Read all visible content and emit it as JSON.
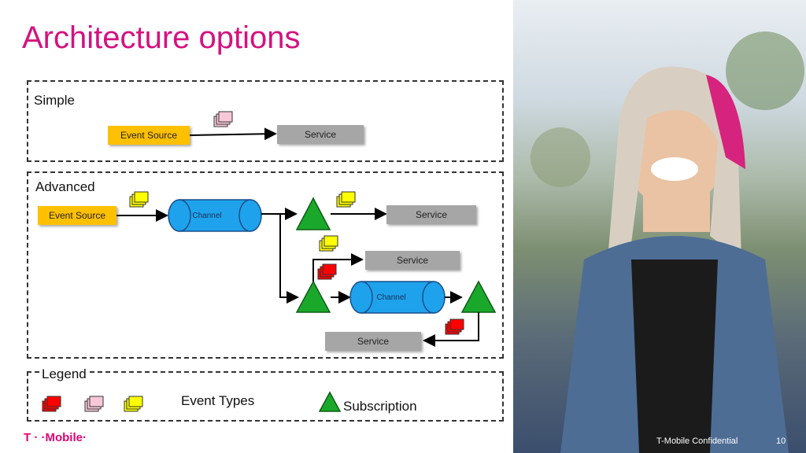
{
  "title": "Architecture options",
  "sections": {
    "simple": "Simple",
    "advanced": "Advanced",
    "legend": "Legend"
  },
  "nodes": {
    "event_source": "Event Source",
    "service": "Service",
    "channel": "Channel"
  },
  "legend": {
    "event_types": "Event Types",
    "subscription": "Subscription"
  },
  "footer": {
    "logo": "T · ·Mobile·",
    "confidential": "T-Mobile Confidential",
    "page": "10"
  },
  "colors": {
    "title": "#d4127f",
    "event_source": "#ffc000",
    "service": "#a6a6a6",
    "channel": "#1fa2ec",
    "subscription": "#1aa82a",
    "event_pink": "#f8c8d8",
    "event_yellow": "#ffff00",
    "event_red": "#ff0000"
  }
}
